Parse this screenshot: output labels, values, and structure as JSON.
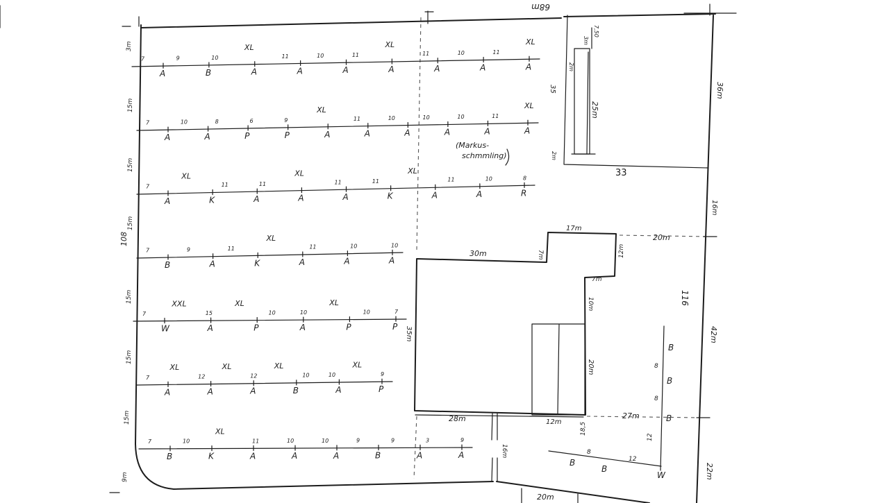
{
  "corner_top": "68m",
  "tree_labels": {
    "xl": "XL",
    "xxl": "XXL",
    "a": "A",
    "b": "B",
    "p": "P",
    "k": "K",
    "w": "W",
    "r": "R"
  },
  "rows": [
    {
      "tops": [
        [
          "7",
          0
        ],
        [
          "9",
          0
        ],
        [
          "10",
          0
        ],
        [
          "XL",
          1
        ],
        [
          "11",
          0
        ],
        [
          "10",
          0
        ],
        [
          "11",
          0
        ],
        [
          "XL",
          1
        ],
        [
          "11",
          0
        ],
        [
          "10",
          0
        ],
        [
          "11",
          0
        ],
        [
          "XL",
          1
        ]
      ],
      "bottoms": [
        "A",
        "B",
        "A",
        "A",
        "A",
        "A",
        "A",
        "A",
        "A"
      ]
    },
    {
      "tops": [
        [
          "7",
          0
        ],
        [
          "10",
          0
        ],
        [
          "8",
          0
        ],
        [
          "6",
          0
        ],
        [
          "9",
          0
        ],
        [
          "XL",
          1
        ],
        [
          "11",
          0
        ],
        [
          "10",
          0
        ],
        [
          "10",
          0
        ],
        [
          "10",
          0
        ],
        [
          "11",
          0
        ],
        [
          "XL",
          1
        ]
      ],
      "bottoms": [
        "A",
        "A",
        "P",
        "P",
        "A",
        "A",
        "A",
        "A",
        "A",
        "A"
      ]
    },
    {
      "tops": [
        [
          "7",
          0
        ],
        [
          "XL",
          1
        ],
        [
          "11",
          0
        ],
        [
          "11",
          0
        ],
        [
          "XL",
          1
        ],
        [
          "11",
          0
        ],
        [
          "11",
          0
        ],
        [
          "XL",
          1
        ],
        [
          "11",
          0
        ],
        [
          "10",
          0
        ],
        [
          "8",
          0
        ]
      ],
      "bottoms": [
        "A",
        "K",
        "A",
        "A",
        "A",
        "K",
        "A",
        "A",
        "R"
      ]
    },
    {
      "tops": [
        [
          "7",
          0
        ],
        [
          "9",
          0
        ],
        [
          "11",
          0
        ],
        [
          "XL",
          1
        ],
        [
          "11",
          0
        ],
        [
          "10",
          0
        ],
        [
          "10",
          0
        ]
      ],
      "bottoms": [
        "B",
        "A",
        "K",
        "A",
        "A",
        "A"
      ]
    },
    {
      "tops": [
        [
          "7",
          0
        ],
        [
          "XXL",
          1
        ],
        [
          "15",
          0
        ],
        [
          "XL",
          1
        ],
        [
          "10",
          0
        ],
        [
          "10",
          0
        ],
        [
          "XL",
          1
        ],
        [
          "10",
          0
        ],
        [
          "7",
          0
        ]
      ],
      "bottoms": [
        "W",
        "A",
        "P",
        "A",
        "P",
        "P"
      ]
    },
    {
      "tops": [
        [
          "7",
          0
        ],
        [
          "XL",
          1
        ],
        [
          "12",
          0
        ],
        [
          "XL",
          1
        ],
        [
          "12",
          0
        ],
        [
          "XL",
          1
        ],
        [
          "10",
          0
        ],
        [
          "10",
          0
        ],
        [
          "XL",
          1
        ],
        [
          "9",
          0
        ]
      ],
      "bottoms": [
        "A",
        "A",
        "A",
        "B",
        "A",
        "P"
      ]
    },
    {
      "tops": [
        [
          "7",
          0
        ],
        [
          "10",
          0
        ],
        [
          "XL",
          1
        ],
        [
          "11",
          0
        ],
        [
          "10",
          0
        ],
        [
          "10",
          0
        ],
        [
          "9",
          0
        ],
        [
          "9",
          0
        ],
        [
          "3",
          0
        ],
        [
          "9",
          0
        ]
      ],
      "bottoms": [
        "B",
        "K",
        "A",
        "A",
        "A",
        "B",
        "A",
        "A"
      ]
    }
  ],
  "left_dims": [
    "3m",
    "15m",
    "15m",
    "15m",
    "108",
    "15m",
    "15m",
    "15m",
    "9m"
  ],
  "right_dims": {
    "top": "36m",
    "middle": "16m",
    "total": "116",
    "lower": "42m",
    "bottom": "22m"
  },
  "rect": {
    "width": "33",
    "h1": "3m",
    "h2": "2m",
    "h3": "7,50",
    "h4": "25m",
    "h5": "35",
    "h6": "2m"
  },
  "note": [
    "(Markus-",
    "schmmling)"
  ],
  "building": {
    "top": "30m",
    "step_h": "7m",
    "upper": "17m",
    "right_gap": "20m",
    "side": "12m",
    "notch": "7m",
    "inner": "10m",
    "left": "35m",
    "lower": "20m",
    "bottom_a": "28m",
    "bottom_b": "12m",
    "corner": "18,5",
    "bottom_gap": "27m"
  },
  "path_dim": "16m",
  "bottom_dim": "20m",
  "east_group": {
    "labels": [
      "B",
      "B",
      "B"
    ],
    "gaps": [
      "8",
      "8"
    ],
    "diag_labels": [
      "B",
      "B"
    ],
    "diag_gaps": [
      "8",
      "12"
    ],
    "vertical_gap": "12",
    "end_label": "W"
  }
}
